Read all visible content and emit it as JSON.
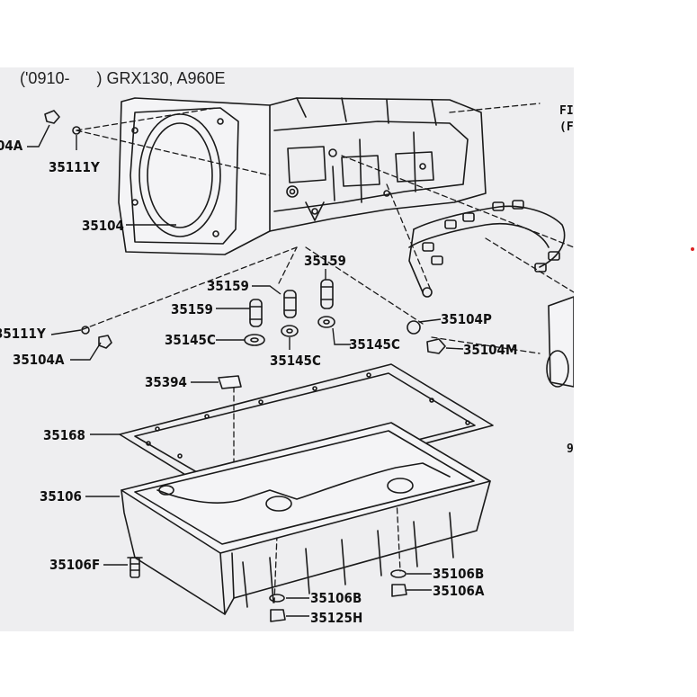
{
  "header": {
    "part_code": "('0910-",
    "model_info": ") GRX130, A960E"
  },
  "callouts": {
    "c_35104A_top": "04A",
    "c_35111Y_top": "35111Y",
    "c_35104": "35104",
    "c_35159_a": "35159",
    "c_35159_b": "35159",
    "c_35159_c": "35159",
    "c_35111Y_left": "35111Y",
    "c_35104A_left": "35104A",
    "c_35145C_a": "35145C",
    "c_35145C_b": "35145C",
    "c_35145C_c": "35145C",
    "c_35104P": "35104P",
    "c_35104M": "35104M",
    "c_35394": "35394",
    "c_35168": "35168",
    "c_35106": "35106",
    "c_35106F": "35106F",
    "c_35106B_a": "35106B",
    "c_35106B_b": "35106B",
    "c_35106A": "35106A",
    "c_35125H": "35125H"
  },
  "edge_text": {
    "fi": "FI",
    "paren": "(F",
    "nine": "9"
  },
  "colors": {
    "panel_bg": "#eeeef0",
    "line": "#1a1a1a",
    "marker": "#dd2222"
  }
}
